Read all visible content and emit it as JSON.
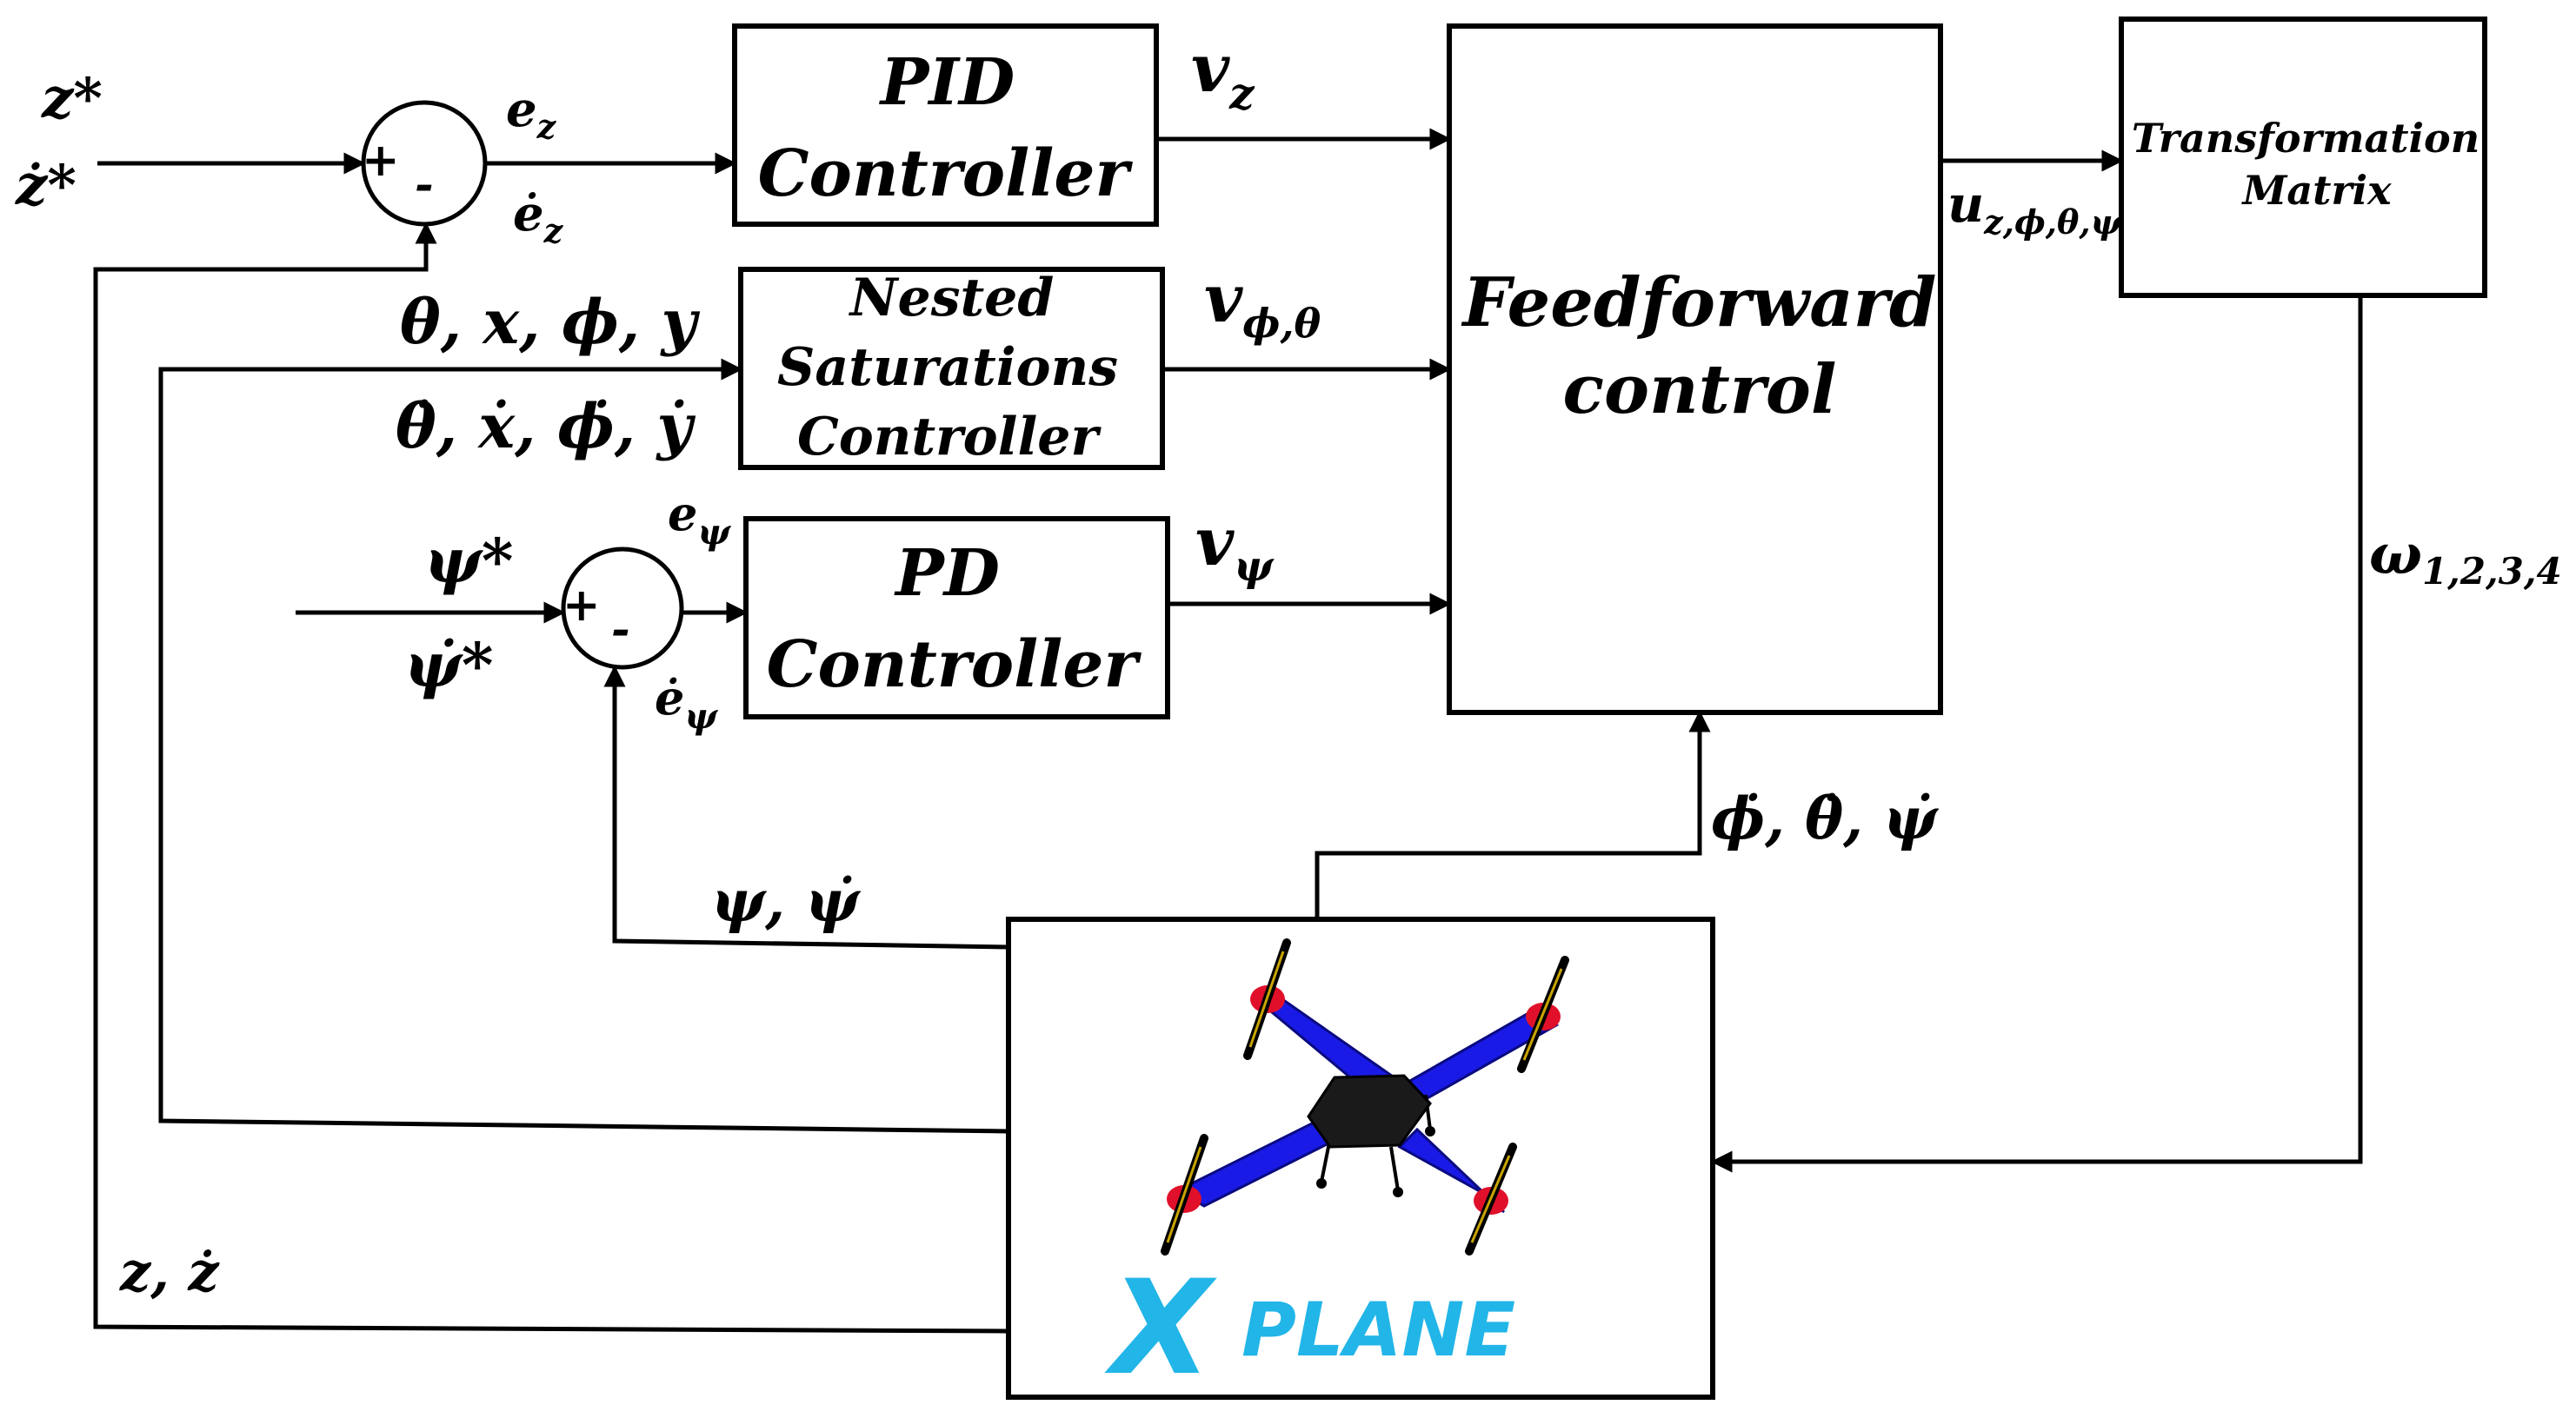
{
  "inputs": {
    "z_ref": "z*",
    "zdot_ref": "ż*",
    "psi_ref": "ψ*",
    "psidot_ref": "ψ̇*"
  },
  "summers": {
    "z_plus": "+",
    "z_minus": "-",
    "psi_plus": "+",
    "psi_minus": "-"
  },
  "signals": {
    "e_z": "e",
    "e_z_sub": "z",
    "edot_z": "ė",
    "edot_z_sub": "z",
    "e_psi": "e",
    "e_psi_sub": "ψ",
    "edot_psi": "ė",
    "edot_psi_sub": "ψ",
    "v_z": "v",
    "v_z_sub": "z",
    "v_phitheta": "v",
    "v_phitheta_sub": "ϕ,θ",
    "v_psi": "v",
    "v_psi_sub": "ψ",
    "u": "u",
    "u_sub": "z,ϕ,θ,ψ",
    "omega": "ω",
    "omega_sub": "1,2,3,4",
    "theta_x_phi_y": "θ, x, ϕ, y",
    "dot_theta_x_phi_y": "θ̇, ẋ, ϕ̇, ẏ",
    "psi_psidot": "ψ, ψ̇",
    "rates": "ϕ̇, θ̇, ψ̇",
    "z_zdot": "z, ż"
  },
  "blocks": {
    "pid": [
      "PID",
      "Controller"
    ],
    "nested": [
      "Nested",
      "Saturations",
      "Controller"
    ],
    "pd": [
      "PD",
      "Controller"
    ],
    "feedforward": [
      "Feedforward",
      "control"
    ],
    "transformation": [
      "Transformation",
      "Matrix"
    ]
  },
  "logo": {
    "x": "X",
    "rest": "PLANE"
  },
  "colors": {
    "line": "#000000",
    "arm": "#1a1ae6",
    "body": "#1a1a1a",
    "motor": "#e0102a",
    "logo": "#22b5e8",
    "propeller": "#000000"
  }
}
